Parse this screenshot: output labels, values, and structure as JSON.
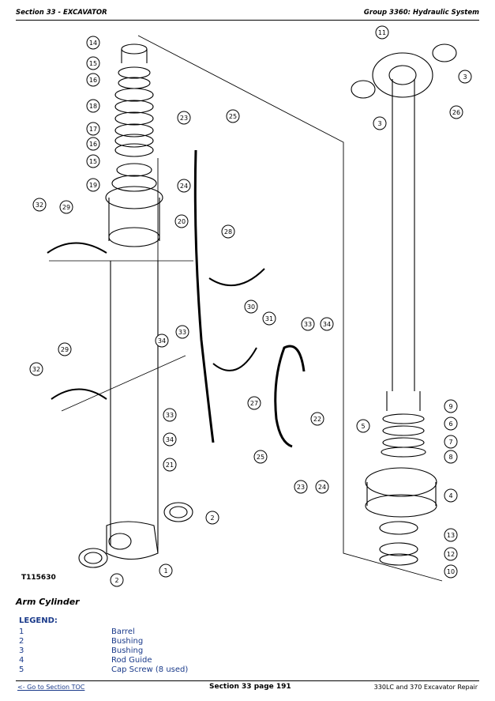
{
  "header": {
    "left": "Section 33 - EXCAVATOR",
    "right": "Group 3360: Hydraulic System"
  },
  "diagram": {
    "figure_id": "T115630",
    "callouts": [
      "14",
      "15",
      "16",
      "18",
      "17",
      "16",
      "15",
      "19",
      "23",
      "25",
      "24",
      "20",
      "28",
      "32",
      "29",
      "30",
      "33",
      "34",
      "31",
      "33",
      "34",
      "29",
      "32",
      "27",
      "22",
      "33",
      "34",
      "21",
      "25",
      "23",
      "24",
      "2",
      "2",
      "1",
      "11",
      "3",
      "3",
      "26",
      "9",
      "6",
      "5",
      "7",
      "8",
      "4",
      "13",
      "12",
      "10"
    ]
  },
  "caption": "Arm Cylinder",
  "legend": {
    "title": "LEGEND:",
    "items": [
      {
        "num": "1",
        "desc": "Barrel"
      },
      {
        "num": "2",
        "desc": "Bushing"
      },
      {
        "num": "3",
        "desc": "Bushing"
      },
      {
        "num": "4",
        "desc": "Rod Guide"
      },
      {
        "num": "5",
        "desc": "Cap Screw (8 used)"
      }
    ]
  },
  "footer": {
    "left": "<- Go to Section TOC",
    "center": "Section 33 page 191",
    "right": "330LC and 370 Excavator Repair"
  }
}
